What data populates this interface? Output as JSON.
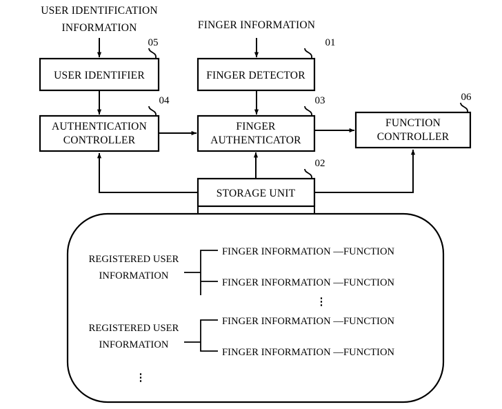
{
  "figure": {
    "type": "patent-block-diagram",
    "background": "#ffffff",
    "line_color": "#000000"
  },
  "inputs": [
    {
      "id": "user-identification-information",
      "line1": "USER IDENTIFICATION",
      "line2": "INFORMATION"
    },
    {
      "id": "finger-information",
      "line1": "FINGER INFORMATION",
      "line2": ""
    }
  ],
  "blocks": [
    {
      "id": "user-identifier",
      "ref": "05",
      "line1": "USER IDENTIFIER",
      "line2": ""
    },
    {
      "id": "finger-detector",
      "ref": "01",
      "line1": "FINGER DETECTOR",
      "line2": ""
    },
    {
      "id": "authentication-controller",
      "ref": "04",
      "line1": "AUTHENTICATION",
      "line2": "CONTROLLER"
    },
    {
      "id": "finger-authenticator",
      "ref": "03",
      "line1": "FINGER",
      "line2": "AUTHENTICATOR"
    },
    {
      "id": "function-controller",
      "ref": "06",
      "line1": "FUNCTION",
      "line2": "CONTROLLER"
    },
    {
      "id": "storage-unit",
      "ref": "02",
      "line1": "STORAGE UNIT",
      "line2": ""
    }
  ],
  "storage_contents": {
    "groups": [
      {
        "label_line1": "REGISTERED USER",
        "label_line2": "INFORMATION",
        "entries": [
          "FINGER INFORMATION —FUNCTION",
          "FINGER INFORMATION —FUNCTION"
        ],
        "entries_ellipsis": "⋮"
      },
      {
        "label_line1": "REGISTERED USER",
        "label_line2": "INFORMATION",
        "entries": [
          "FINGER INFORMATION —FUNCTION",
          "FINGER INFORMATION —FUNCTION"
        ],
        "entries_ellipsis": ""
      }
    ],
    "groups_ellipsis": "⋮"
  }
}
